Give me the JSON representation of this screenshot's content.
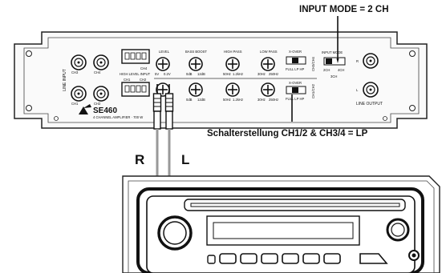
{
  "callouts": {
    "input_mode": "INPUT MODE = 2 CH",
    "switch_setting": "Schalterstellung CH1/2 & CH3/4 = LP"
  },
  "channels": {
    "right": "R",
    "left": "L"
  },
  "amplifier": {
    "brand": "SE460",
    "subtitle": "4 CHANNEL AMPLIFIER · 700 W",
    "line_input": "LINE INPUT",
    "line_output": "LINE OUTPUT",
    "high_level_input": "HIGH LEVEL INPUT",
    "rca_ch1": "CH1",
    "rca_ch2": "CH2",
    "rca_ch3": "CH3",
    "rca_ch4": "CH4",
    "knobs": {
      "level": "LEVEL",
      "level_min": "5V",
      "level_max": "0.2V",
      "bass_boost": "BASS BOOST",
      "bass_min": "0dB",
      "bass_max": "12dB",
      "high_pass": "HIGH PASS",
      "hp_min": "50Hz",
      "hp_max": "1.2kHz",
      "low_pass": "LOW PASS",
      "lp_min": "30Hz",
      "lp_max": "250Hz"
    },
    "xover": "X-OVER",
    "xover_opts": "FULL LP HP",
    "xover_ch34": "CH3/CH4",
    "xover_ch12": "CH1/CH2",
    "input_mode": "INPUT MODE",
    "mode_2ch": "2CH",
    "mode_4ch": "4CH",
    "mode_3ch": "3CH",
    "out_r": "R",
    "out_l": "L"
  }
}
